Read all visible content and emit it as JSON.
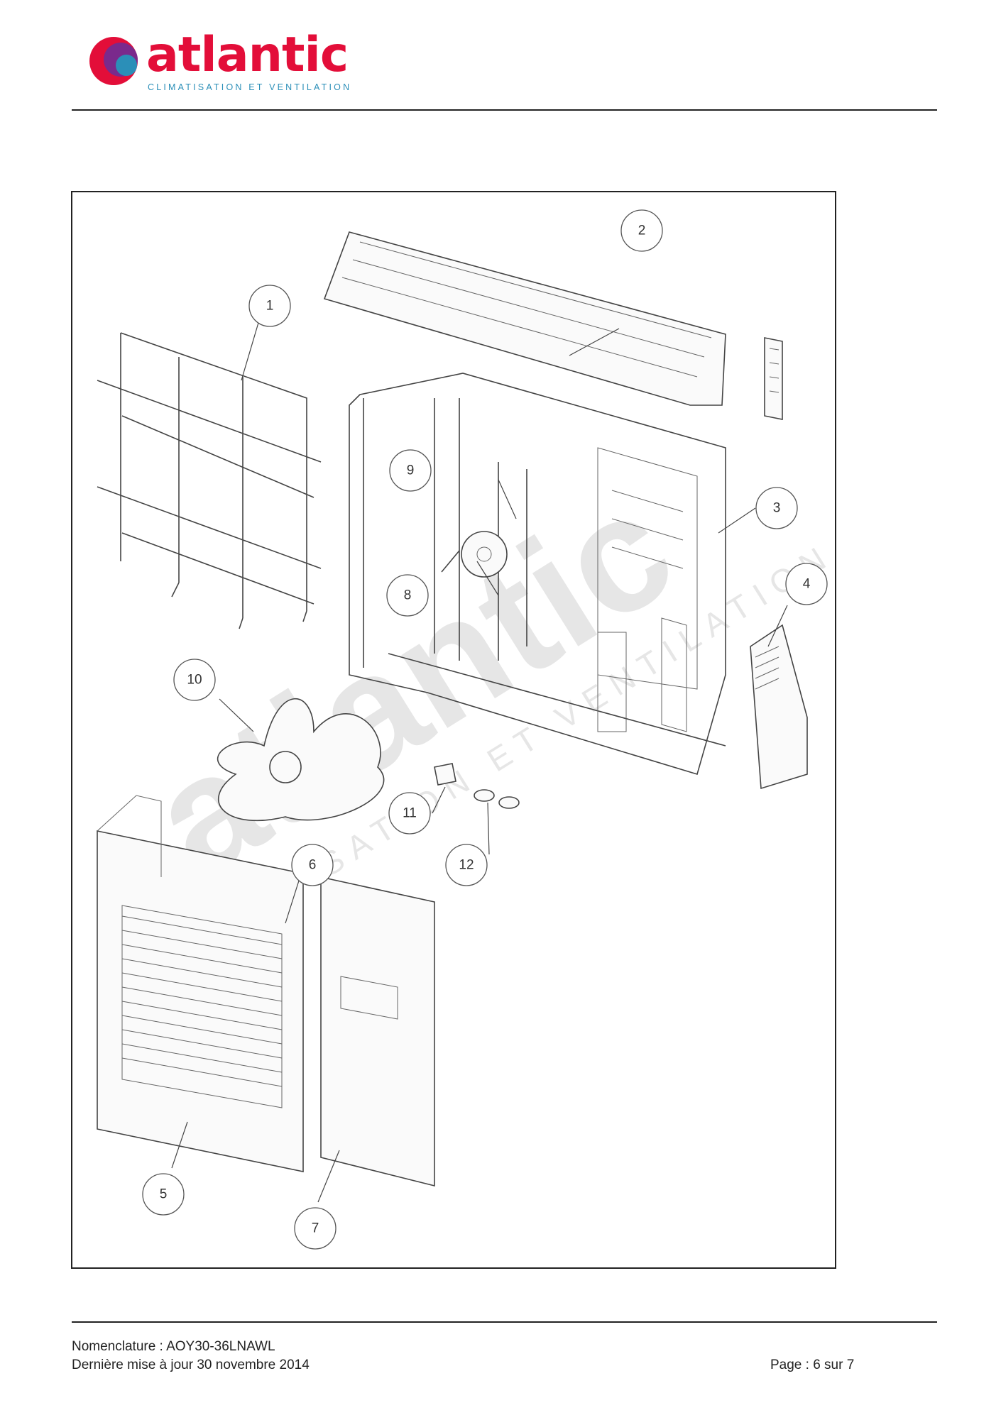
{
  "header": {
    "logo_word": "atlantic",
    "logo_tagline": "CLIMATISATION ET VENTILATION"
  },
  "diagram": {
    "watermark_word": "atlantic",
    "watermark_tagline": "CLIMATISATION ET VENTILATION",
    "callouts": [
      "1",
      "2",
      "3",
      "4",
      "5",
      "6",
      "7",
      "8",
      "9",
      "10",
      "11",
      "12"
    ]
  },
  "footer": {
    "nomenclature": "Nomenclature : AOY30-36LNAWL",
    "updated": "Dernière mise à jour 30 novembre 2014",
    "page": "Page : 6 sur 7"
  },
  "colors": {
    "brand_red": "#e30e39",
    "brand_blue": "#2b8fb8",
    "brand_purple": "#7a2a8c"
  }
}
